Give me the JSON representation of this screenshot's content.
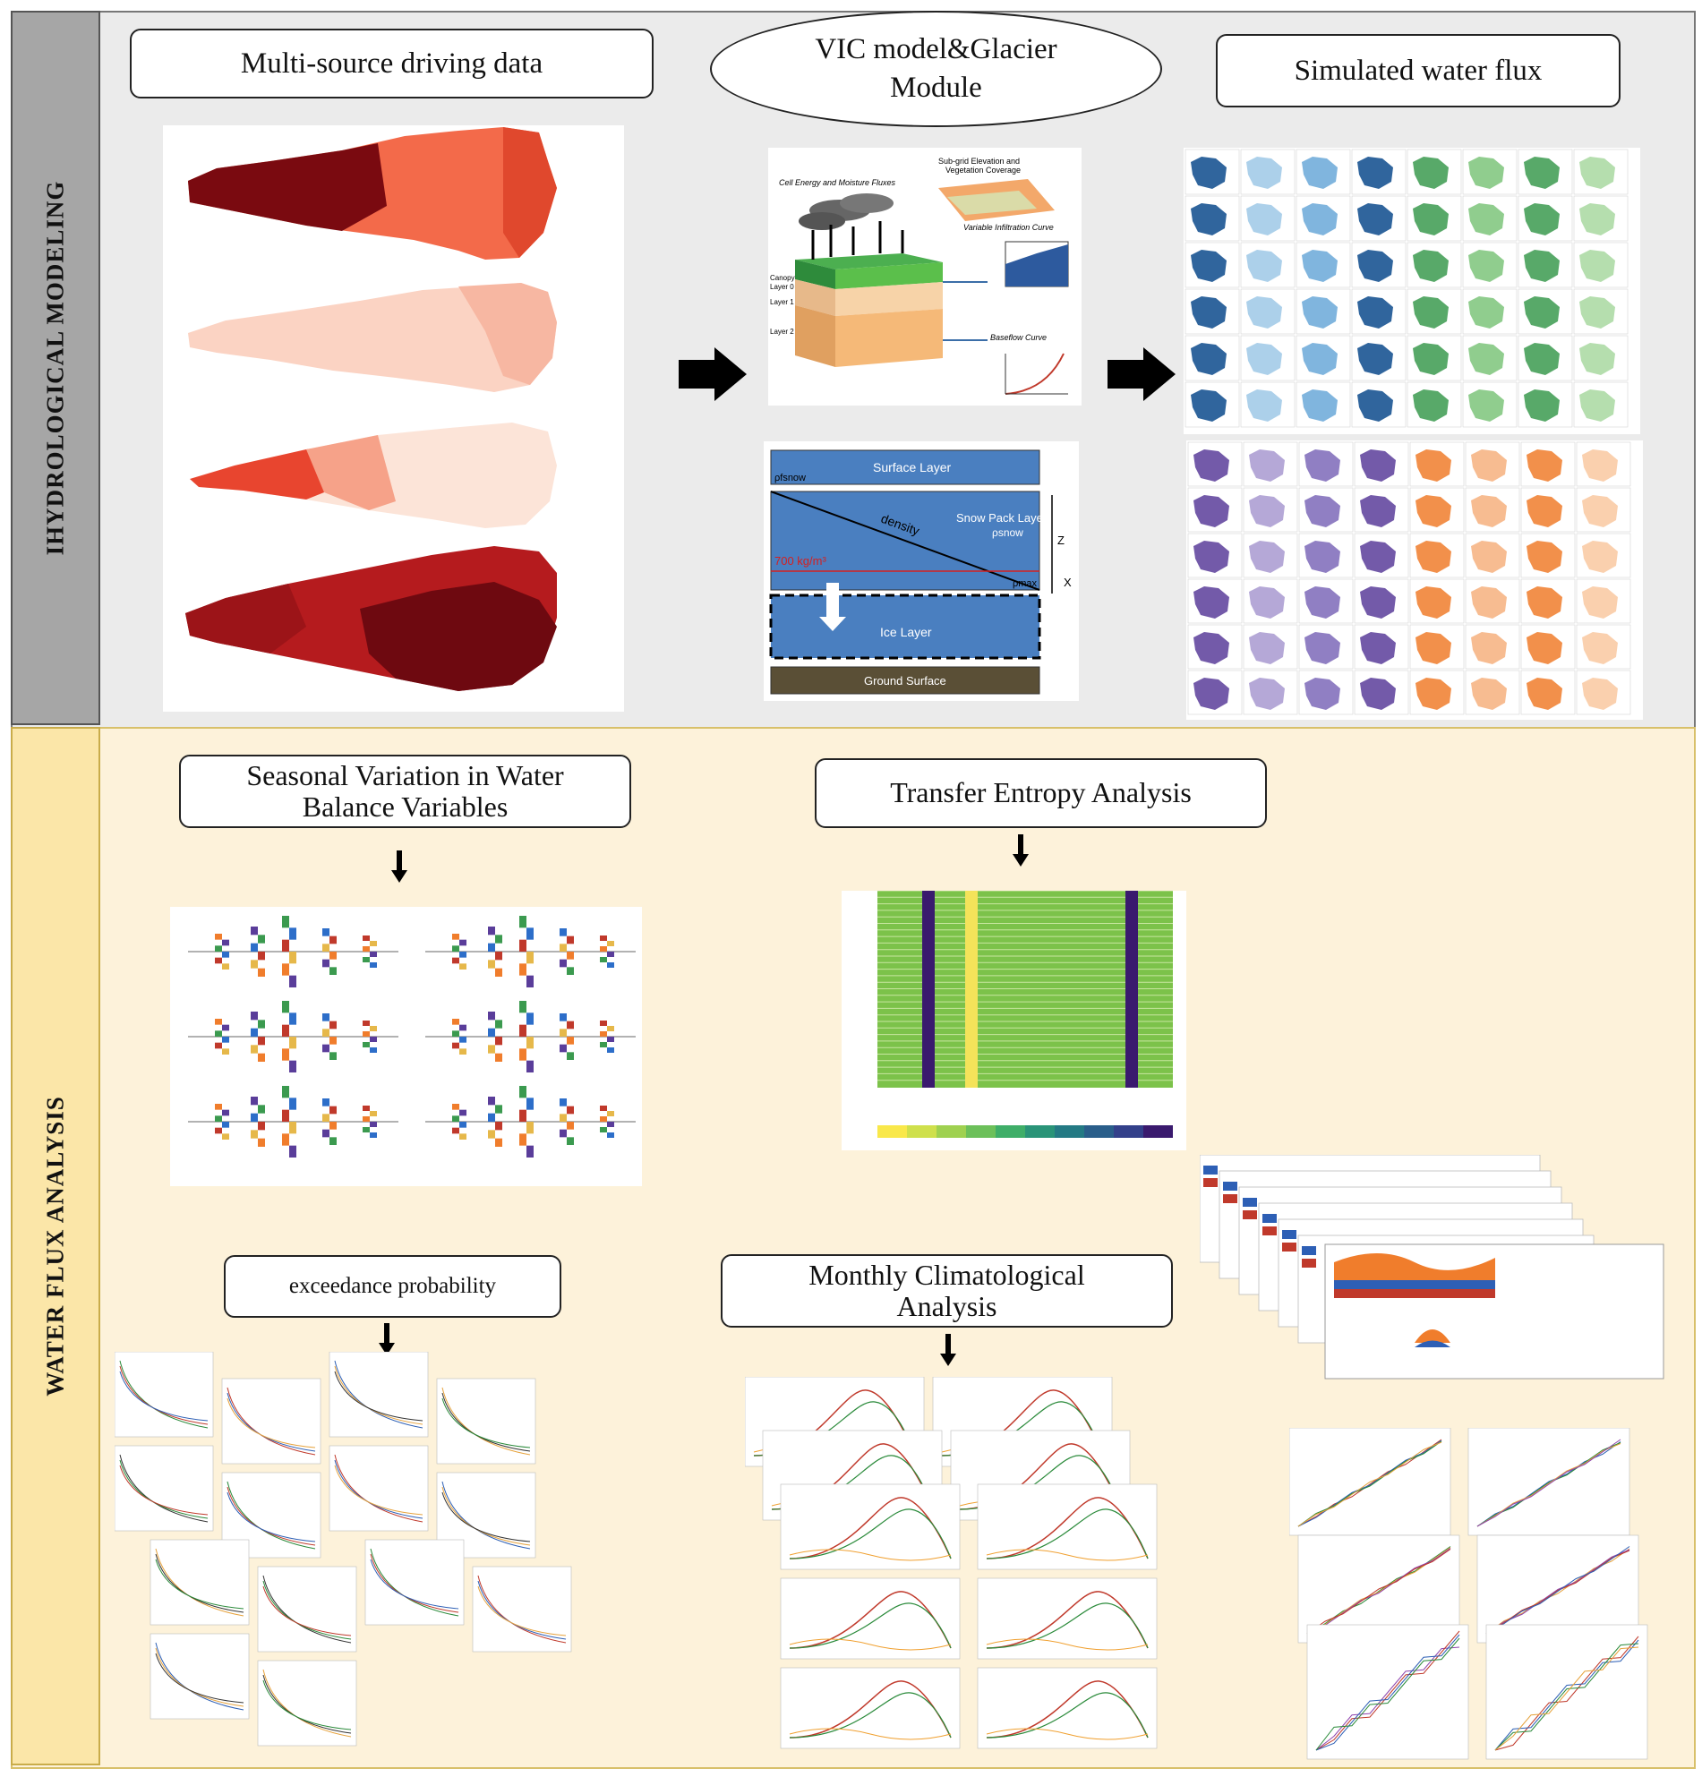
{
  "sections": {
    "top_label": "IHYDROLOGICAL MODELING",
    "bottom_label": "WATER FLUX ANALYSIS"
  },
  "boxes": {
    "driving_data": "Multi-source driving data",
    "vic_line1": "VIC model&Glacier",
    "vic_line2": "Module",
    "simulated_flux": "Simulated water flux",
    "seasonal_line1": "Seasonal Variation in Water",
    "seasonal_line2": "Balance Variables",
    "transfer_entropy": "Transfer Entropy Analysis",
    "exceedance": "exceedance probability",
    "monthly_line1": "Monthly Climatological",
    "monthly_line2": "Analysis"
  },
  "vic_diagram": {
    "title_left": "Cell Energy and Moisture Fluxes",
    "title_right_1": "Sub-grid Elevation and",
    "title_right_2": "Vegetation Coverage",
    "infiltration": "Variable Infiltration Curve",
    "baseflow": "Baseflow Curve",
    "canopy": "Canopy",
    "layer0": "Layer 0",
    "layer1": "Layer 1",
    "layer2": "Layer 2"
  },
  "glacier_diagram": {
    "surface_layer": "Surface Layer",
    "p_fsnow": "ρfsnow",
    "density": "density",
    "snow_pack_1": "Snow Pack Layer",
    "snow_pack_2": "ρsnow",
    "density_threshold": "700 kg/m³",
    "p_max": "ρmax",
    "ice_layer": "Ice Layer",
    "ground_surface": "Ground Surface",
    "z_label": "Z",
    "x_label": "X"
  },
  "colors": {
    "dark_red": "#7a0a10",
    "red": "#b51b1e",
    "salmon": "#f36a4a",
    "light_pink": "#fbd3c3",
    "blue_dark": "#0c4a8c",
    "blue_light": "#9ec8e6",
    "green": "#3b9a4f",
    "purple": "#5a3d9a",
    "orange": "#f07d2c",
    "ice_blue": "#4a7fc0",
    "ground": "#5a4f36"
  }
}
